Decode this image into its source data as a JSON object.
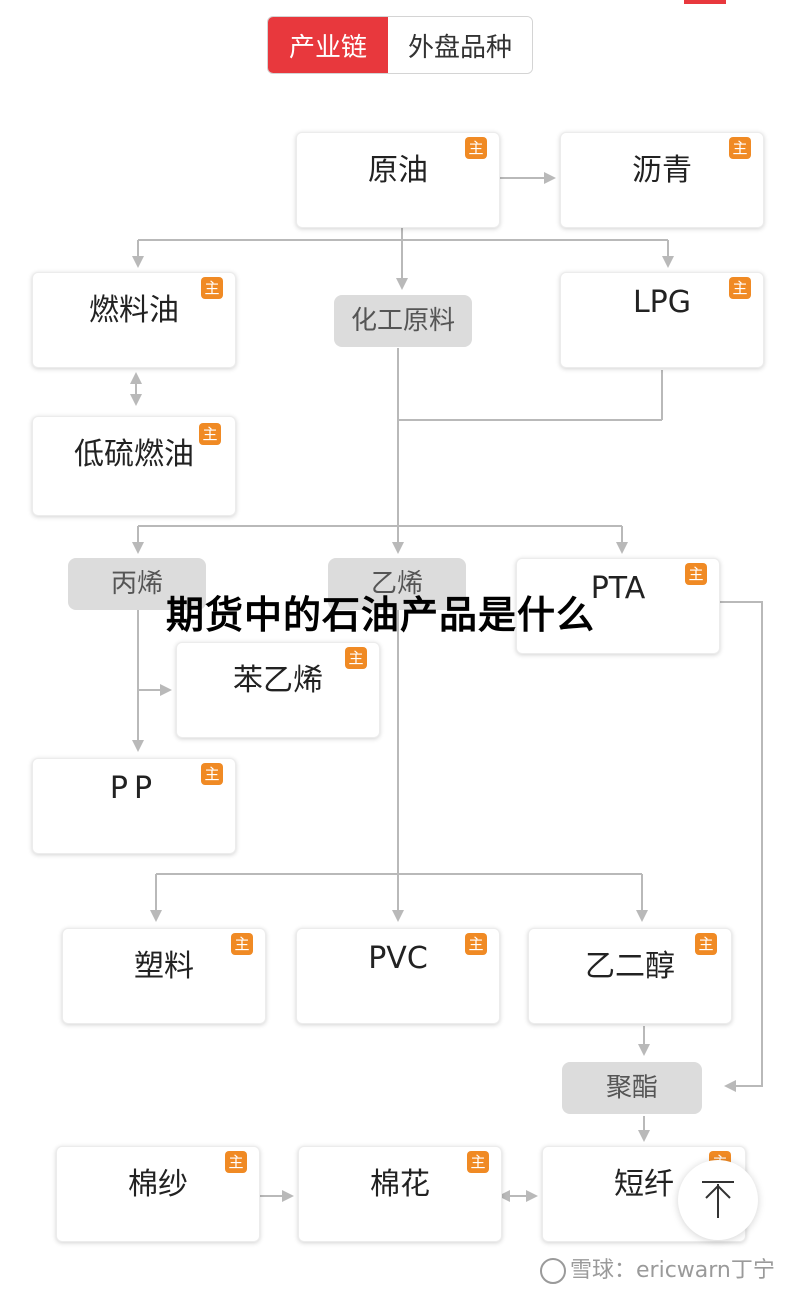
{
  "tabs": [
    {
      "label": "产业链"
    },
    {
      "label": "外盘品种"
    }
  ],
  "badge_text": "主",
  "nodes": {
    "crude": "原油",
    "asphalt": "沥青",
    "fuel_oil": "燃料油",
    "chem_raw": "化工原料",
    "lpg": "LPG",
    "low_sulfur": "低硫燃油",
    "propylene": "丙烯",
    "ethylene": "乙烯",
    "pta": "PTA",
    "styrene": "苯乙烯",
    "pp": "PP",
    "plastic": "塑料",
    "pvc": "PVC",
    "glycol": "乙二醇",
    "polyester": "聚酯",
    "cotton_yarn": "棉纱",
    "cotton": "棉花",
    "staple_fiber": "短纤"
  },
  "overlay_title": "期货中的石油产品是什么",
  "watermark": "雪球：ericwarn丁宁",
  "colors": {
    "accent": "#e8383d",
    "badge": "#f08a24",
    "line": "#b9b9b9"
  },
  "icons": {
    "scroll_top": "arrow-up-icon"
  }
}
